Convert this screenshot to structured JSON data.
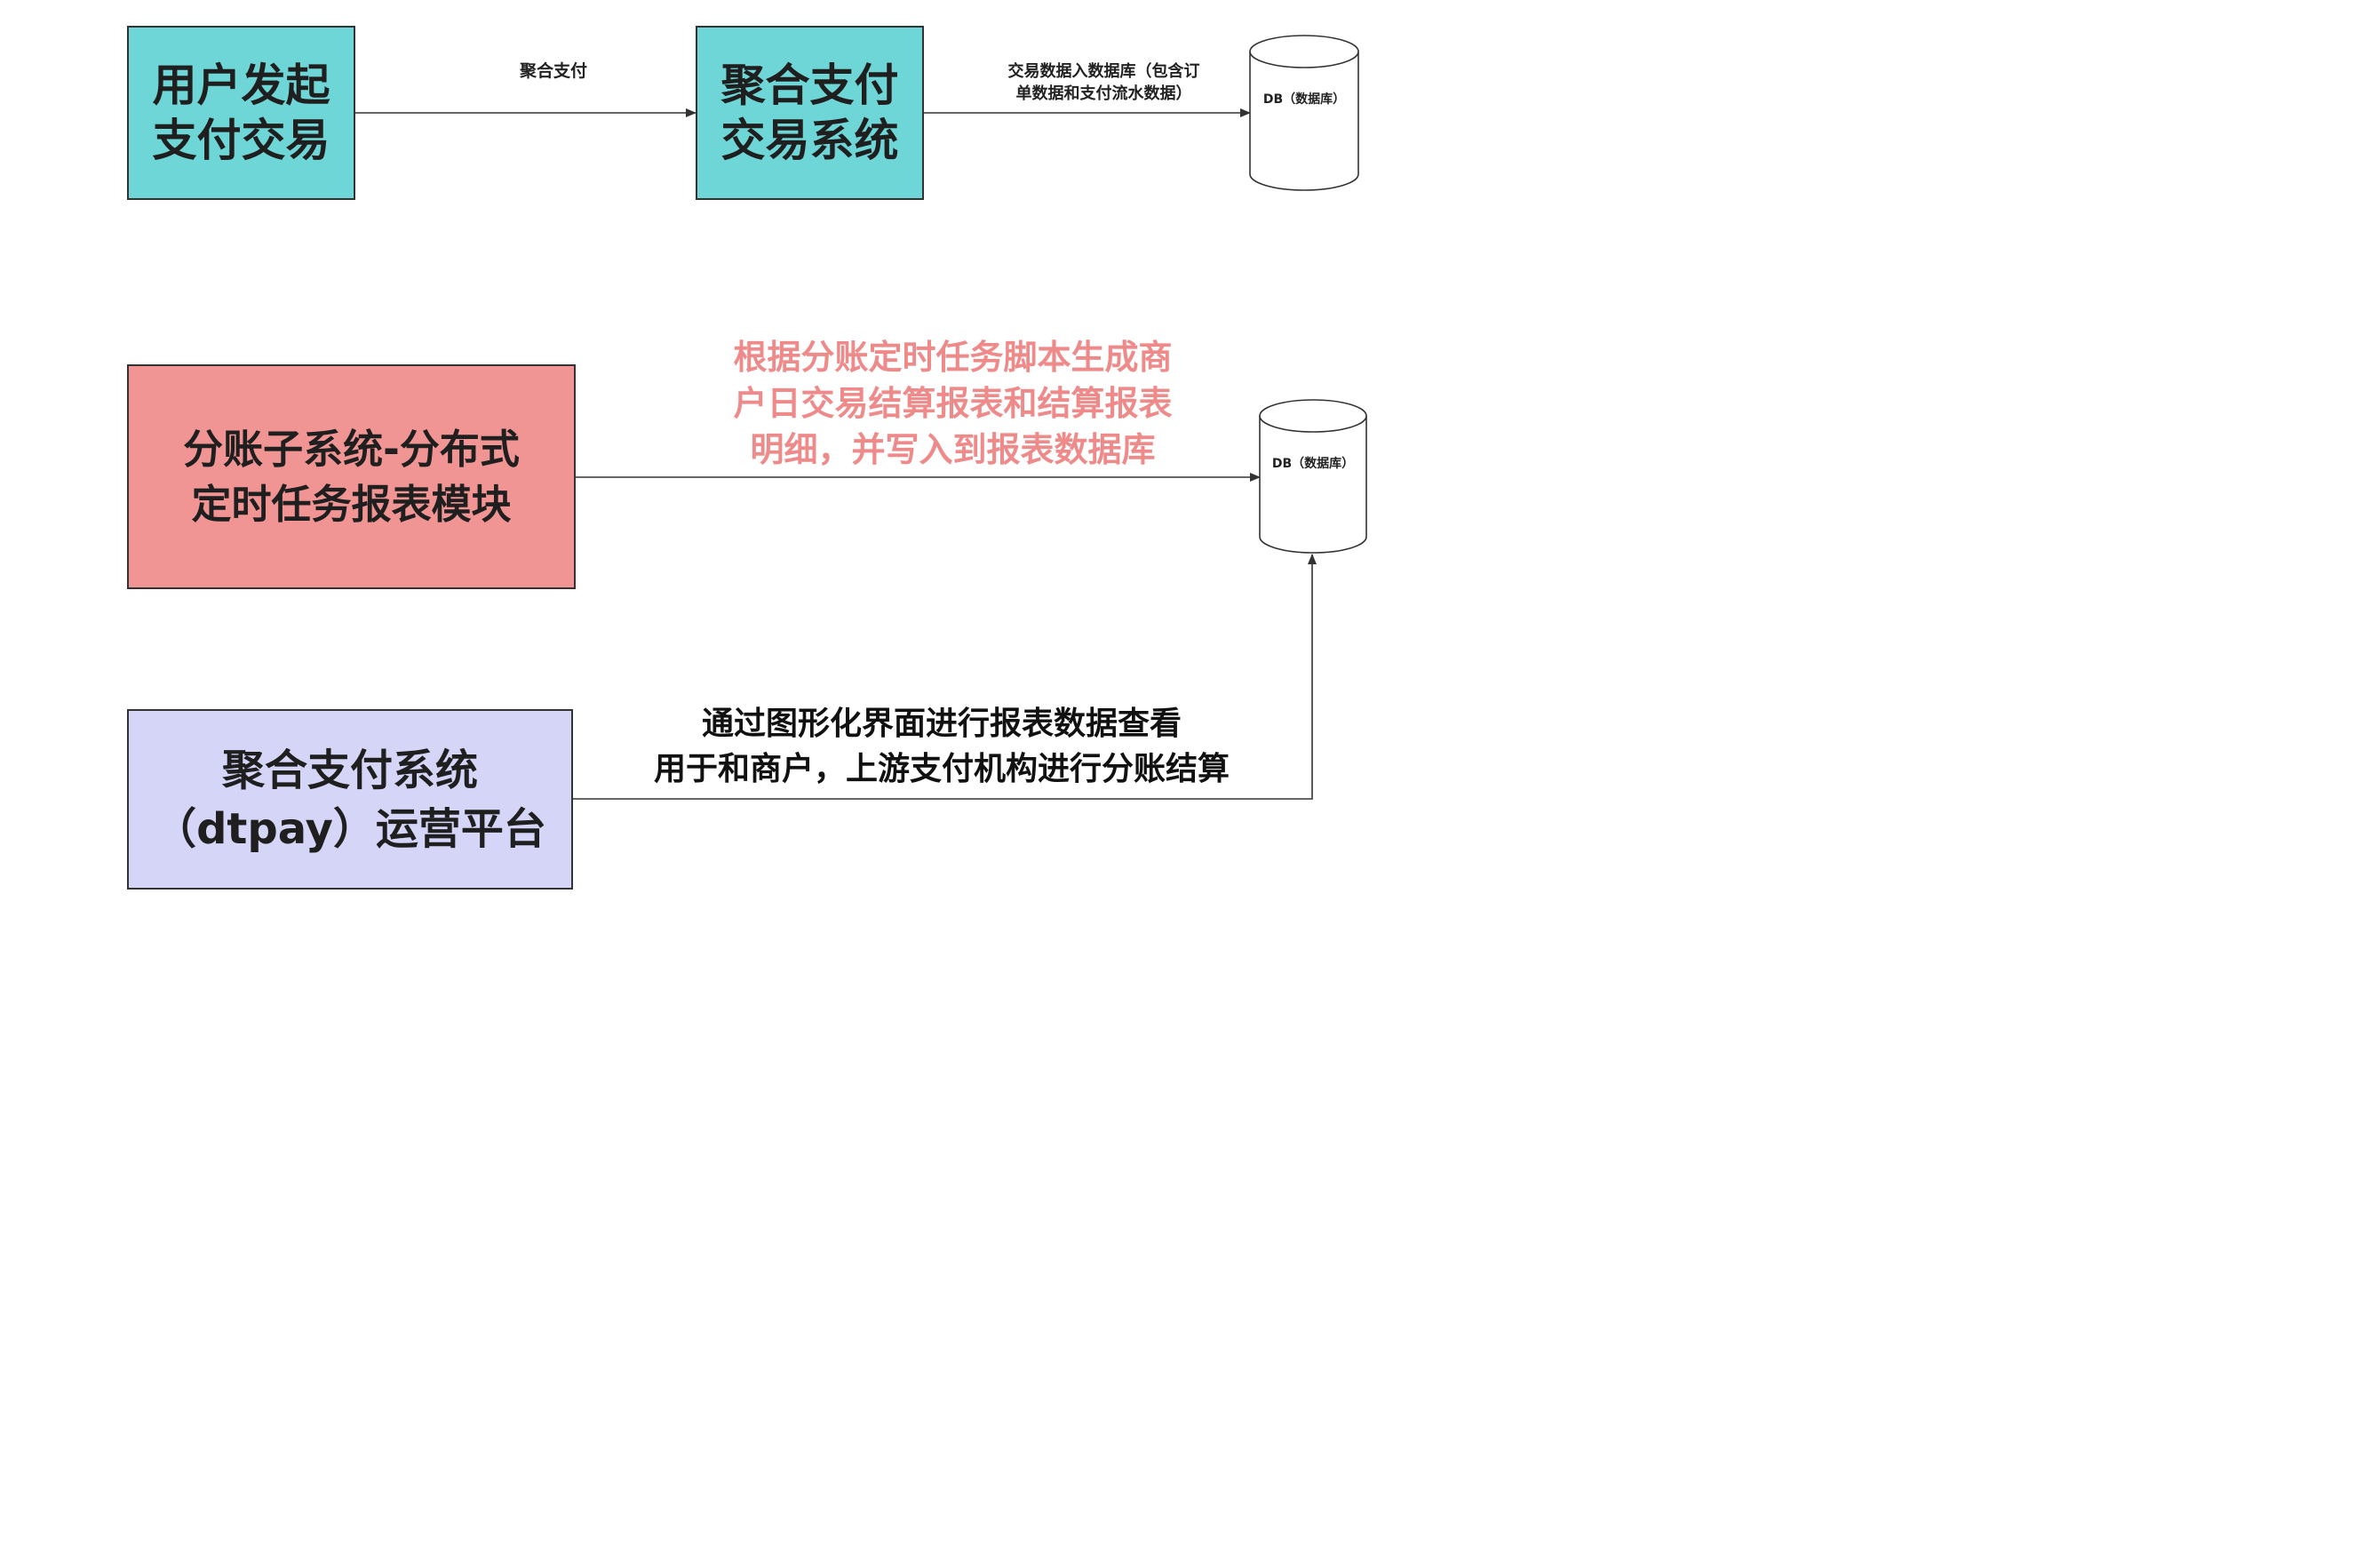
{
  "colors": {
    "teal": "#6ed6d6",
    "salmon": "#f09593",
    "lavender": "#d5d5f8",
    "pink_text": "#ef8a8a",
    "line": "#333333"
  },
  "nodes": {
    "user_payment": "用户发起\n支付交易",
    "aggregate_system": "聚合支付\n交易系统",
    "db_top": "DB（数据库）",
    "split_module": "分账子系统-分布式\n定时任务报表模块",
    "db_bottom": "DB（数据库）",
    "ops_platform": "聚合支付系统\n（dtpay）运营平台"
  },
  "edges": {
    "user_to_aggregate": "聚合支付",
    "aggregate_to_db": "交易数据入数据库（包含订\n单数据和支付流水数据）",
    "split_to_db": "根据分账定时任务脚本生成商\n户日交易结算报表和结算报表\n明细，并写入到报表数据库",
    "ops_to_db": "通过图形化界面进行报表数据查看\n用于和商户，上游支付机构进行分账结算"
  }
}
